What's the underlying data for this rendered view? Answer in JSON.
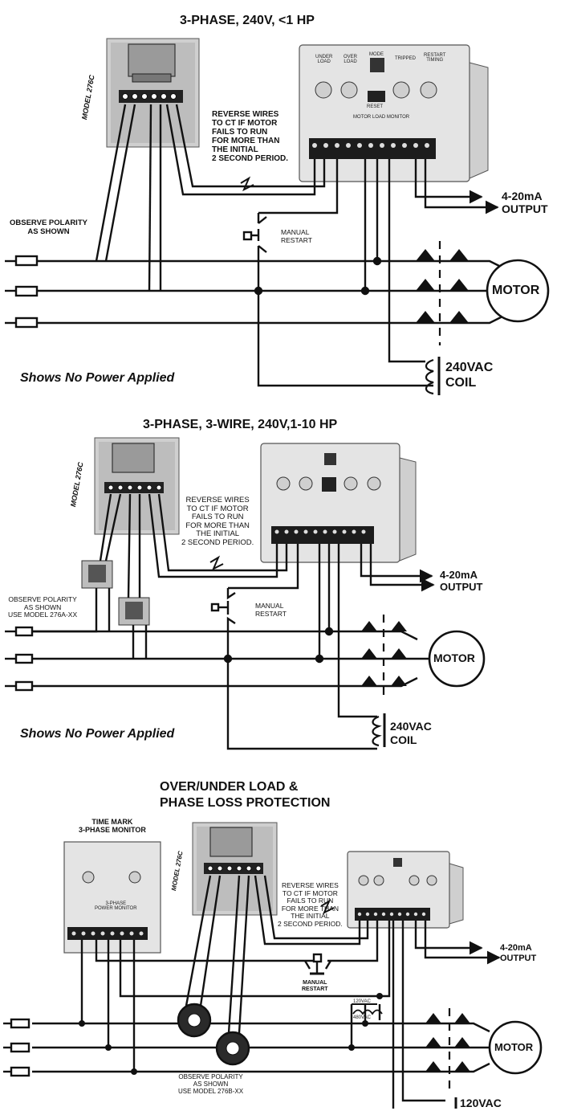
{
  "diagram1": {
    "title": "3-PHASE, 240V, <1 HP",
    "model_label": "MODEL 276C",
    "reverse_note": "REVERSE WIRES\nTO CT IF MOTOR\nFAILS TO RUN\nFOR MORE THAN\nTHE INITIAL\n2 SECOND PERIOD.",
    "polarity_note": "OBSERVE POLARITY\nAS SHOWN",
    "manual_restart": "MANUAL\nRESTART",
    "output": "4-20mA\nOUTPUT",
    "motor": "MOTOR",
    "coil": "240VAC\nCOIL",
    "status": "Shows No Power Applied"
  },
  "diagram2": {
    "title": "3-PHASE, 3-WIRE, 240V,1-10 HP",
    "model_label": "MODEL 276C",
    "reverse_note": "REVERSE WIRES\nTO CT IF MOTOR\nFAILS TO RUN\nFOR MORE THAN\nTHE INITIAL\n2 SECOND PERIOD.",
    "polarity_note": "OBSERVE POLARITY\nAS SHOWN\nUSE MODEL 276A-xx",
    "manual_restart": "MANUAL\nRESTART",
    "output": "4-20mA\nOUTPUT",
    "motor": "MOTOR",
    "coil": "240VAC\nCOIL",
    "status": "Shows No Power Applied"
  },
  "diagram3": {
    "title_line1": "OVER/UNDER LOAD &",
    "title_line2": "PHASE LOSS PROTECTION",
    "monitor_title": "TIME MARK\n3-PHASE MONITOR",
    "model_label": "MODEL 276C",
    "reverse_note": "REVERSE WIRES\nTO CT IF MOTOR\nFAILS TO RUN\nFOR MORE THAN\nTHE INITIAL\n2 SECOND PERIOD.",
    "manual_restart": "MANUAL\nRESTART",
    "output": "4-20mA\nOUTPUT",
    "vac_top": "120VAC",
    "vac_bottom": "480VAC",
    "polarity_note": "OBSERVE POLARITY\nAS SHOWN\nUSE MODEL 276B-xx",
    "motor": "MOTOR",
    "coil": "120VAC"
  },
  "panel_labels": {
    "under_load": "UNDER\nLOAD",
    "over_load": "OVER\nLOAD",
    "mode": "MODE",
    "tripped": "TRIPPED",
    "restart_timing": "RESTART\nTIMING",
    "reset": "RESET",
    "motor_load_monitor": "MOTOR LOAD MONITOR",
    "power_monitor": "3-PHASE\nPOWER MONITOR"
  },
  "colors": {
    "line": "#111111",
    "panel": "#e4e4e4",
    "transformer_plate": "#bdbdbd"
  }
}
